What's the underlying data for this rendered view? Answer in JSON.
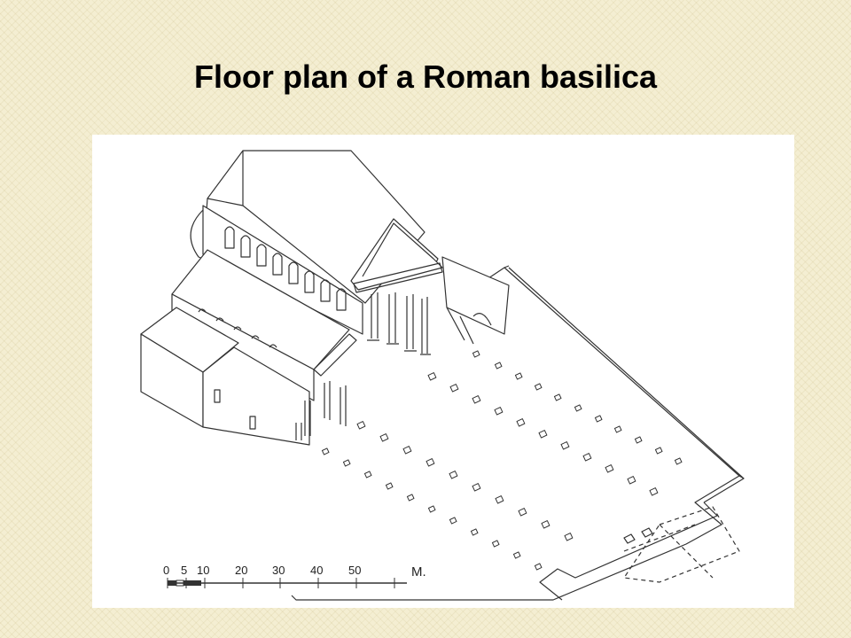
{
  "slide": {
    "title": "Floor plan of a Roman basilica"
  },
  "figure": {
    "description_hidden": "",
    "scale_bar": {
      "ticks": [
        "0",
        "5",
        "10",
        "20",
        "30",
        "40",
        "50"
      ],
      "unit": "M."
    }
  },
  "colors": {
    "background": "#f4eed2",
    "line": "#333333",
    "title": "#000000"
  }
}
